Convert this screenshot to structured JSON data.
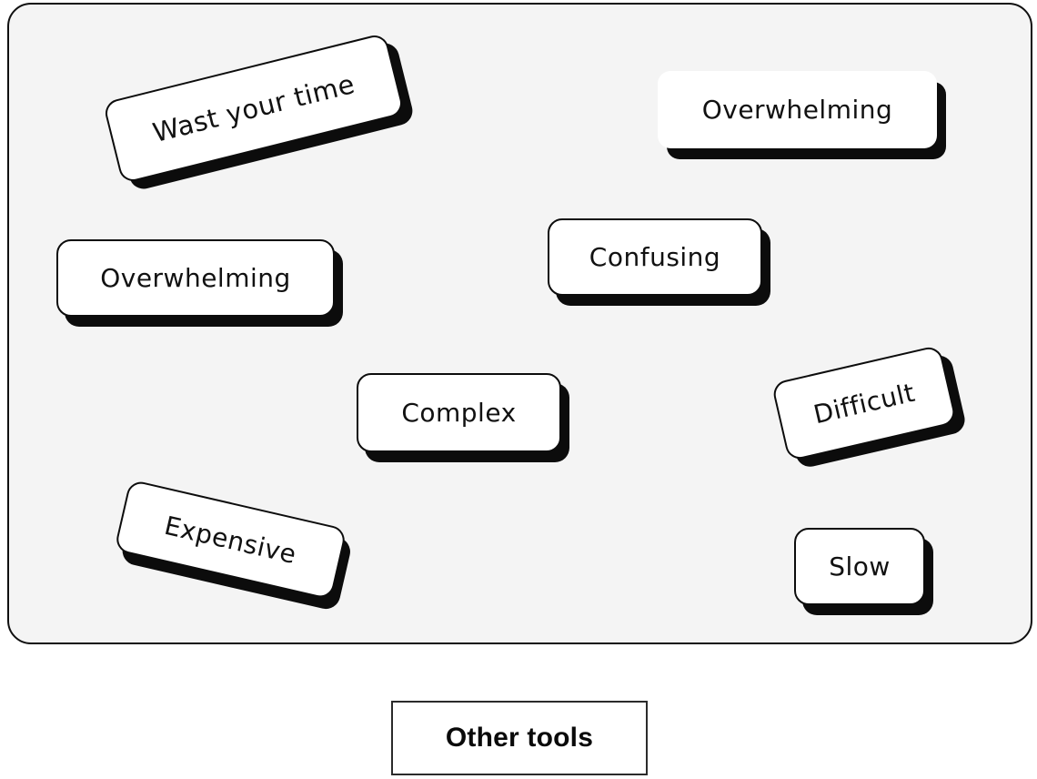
{
  "board": {
    "tags": [
      {
        "label": "Wast your time"
      },
      {
        "label": "Overwhelming"
      },
      {
        "label": "Overwhelming"
      },
      {
        "label": "Confusing"
      },
      {
        "label": "Complex"
      },
      {
        "label": "Difficult"
      },
      {
        "label": "Expensive"
      },
      {
        "label": "Slow"
      }
    ]
  },
  "caption": {
    "label": "Other tools"
  },
  "colors": {
    "board_background": "#f4f4f4",
    "sticker_background": "#ffffff",
    "ink": "#0c0c0c",
    "shadow": "#0c0c0c",
    "page_background": "#ffffff"
  }
}
